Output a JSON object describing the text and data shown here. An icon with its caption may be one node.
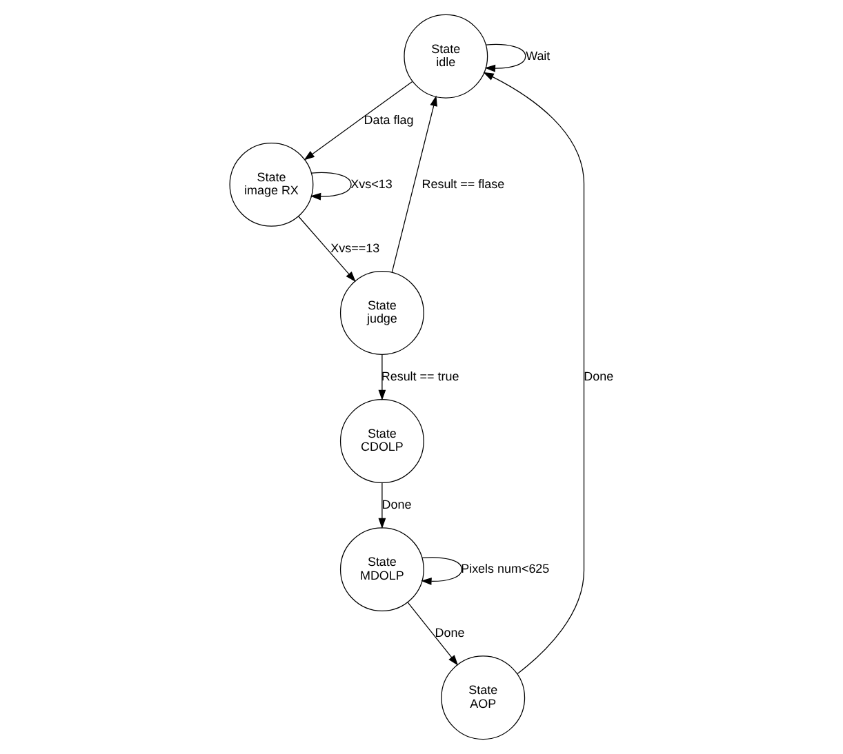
{
  "diagram": {
    "nodes": [
      {
        "text": [
          "State idle"
        ]
      },
      {
        "text": [
          "State image RX"
        ]
      },
      {
        "text": [
          "State judge"
        ]
      },
      {
        "text": [
          "State CDOLP"
        ]
      },
      {
        "text": [
          "State MDOLP"
        ]
      },
      {
        "text": [
          "State AOP"
        ]
      }
    ],
    "edges": [
      {
        "from": 0,
        "to": 0,
        "arrow": "to",
        "label": "Wait"
      },
      {
        "from": 0,
        "to": 1,
        "arrow": "to",
        "label": "Data flag"
      },
      {
        "from": 1,
        "to": 1,
        "arrow": "to",
        "label": "Xvs<13"
      },
      {
        "from": 1,
        "to": 2,
        "arrow": "to",
        "label": "Xvs==13"
      },
      {
        "from": 2,
        "to": 0,
        "arrow": "to",
        "label": "Result == flase"
      },
      {
        "from": 2,
        "to": 3,
        "arrow": "to",
        "label": "Result == true"
      },
      {
        "from": 3,
        "to": 4,
        "arrow": "to",
        "label": "Done"
      },
      {
        "from": 4,
        "to": 4,
        "arrow": "to",
        "label": "Pixels num<625"
      },
      {
        "from": 4,
        "to": 5,
        "arrow": "to",
        "label": "Done"
      },
      {
        "from": 5,
        "to": 0,
        "arrow": "to",
        "label": "Done"
      }
    ]
  }
}
